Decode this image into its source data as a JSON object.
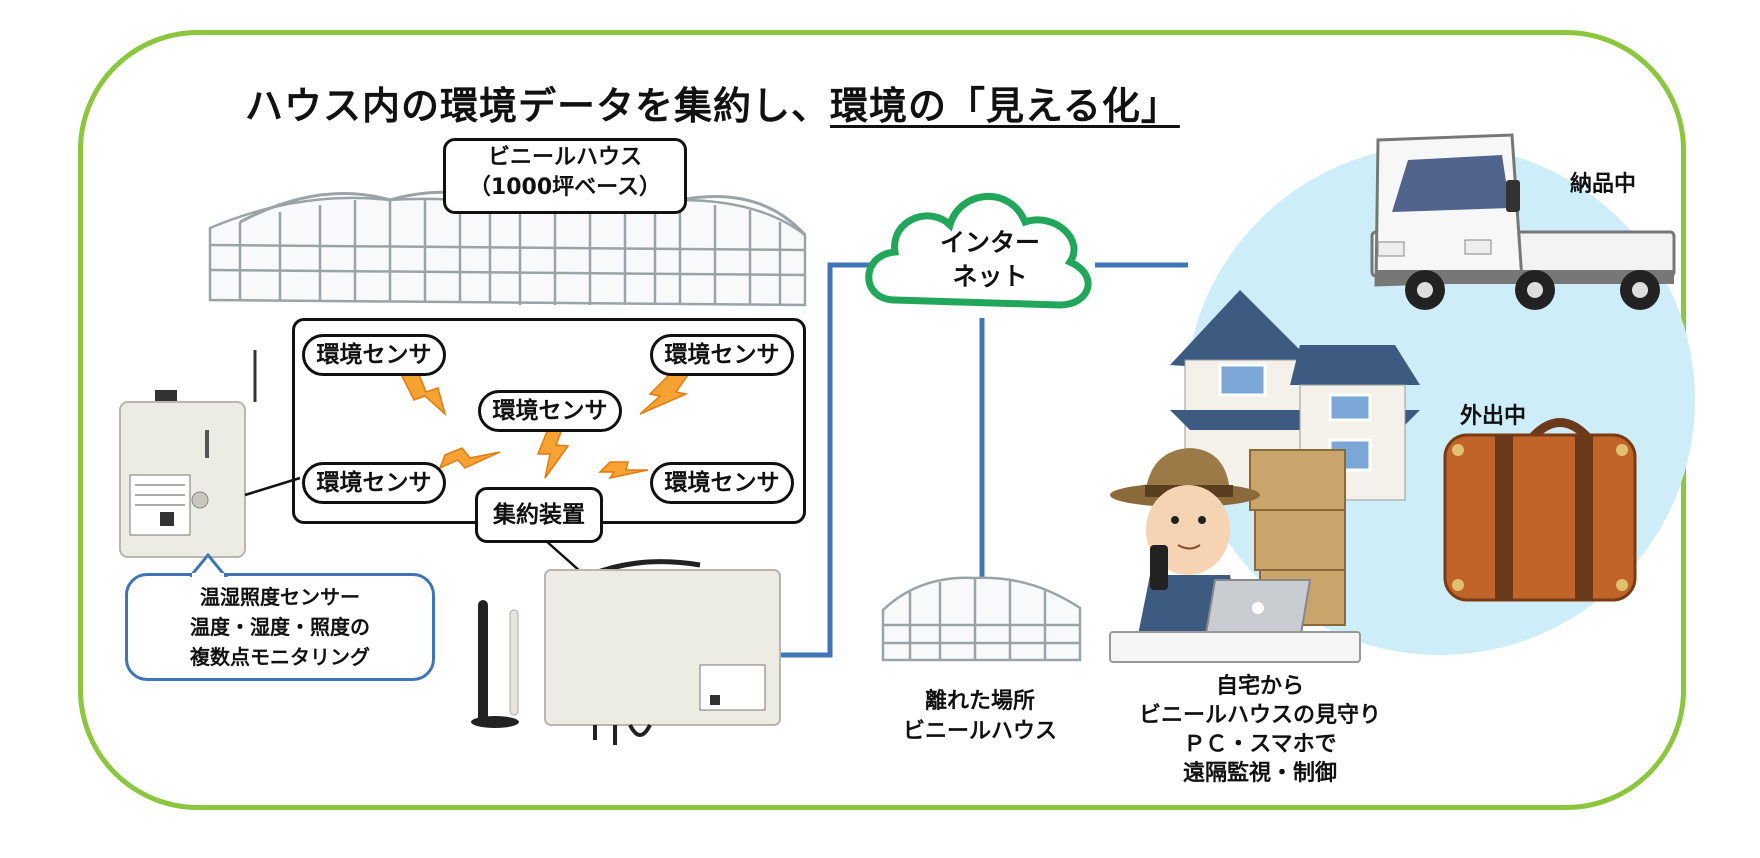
{
  "title": {
    "part1": "ハウス内の環境データを集約し、",
    "part2": "環境の「見える化」"
  },
  "greenhouse_label": {
    "line1": "ビニールハウス",
    "line2": "（1000坪ベース）"
  },
  "sensors": [
    "環境センサ",
    "環境センサ",
    "環境センサ",
    "環境センサ",
    "環境センサ"
  ],
  "aggregator_label": "集約装置",
  "sensor_callout": {
    "line1": "温湿照度センサー",
    "line2": "温度・湿度・照度の",
    "line3": "複数点モニタリング"
  },
  "cloud": {
    "line1": "インター",
    "line2": "ネット"
  },
  "remote_house": {
    "line1": "離れた場所",
    "line2": "ビニールハウス"
  },
  "home_monitor": {
    "line1": "自宅から",
    "line2": "ビニールハウスの見守り",
    "line3": "ＰＣ・スマホで",
    "line4": "遠隔監視・制御"
  },
  "status": {
    "delivering": "納品中",
    "outing": "外出中"
  },
  "colors": {
    "frame": "#8cc63f",
    "line": "#3f74b6",
    "cloud": "#22a65a",
    "circle": "#cfeef8",
    "bolt": "#f7a233"
  }
}
